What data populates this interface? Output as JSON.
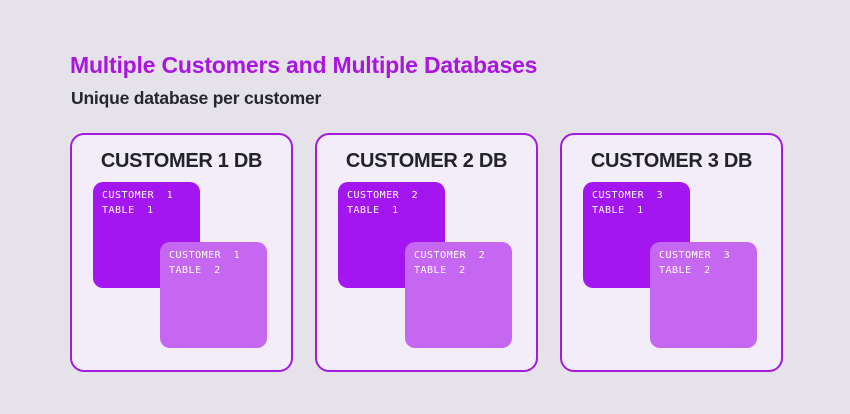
{
  "header": {
    "title": "Multiple Customers and Multiple Databases",
    "subtitle": "Unique database per customer"
  },
  "colors": {
    "page_bg": "#e5e3e9",
    "card_bg": "#f3edf9",
    "card_border": "#a31bdb",
    "title_color": "#a916de",
    "subtitle_color": "#26262e",
    "heading_color": "#22232c",
    "table1_bg": "#a416f0",
    "table2_bg": "#c667f2",
    "table_text": "#ffffff"
  },
  "cards": [
    {
      "heading": "CUSTOMER 1 DB",
      "tables": [
        {
          "line1": "CUSTOMER 1",
          "line2": "TABLE 1"
        },
        {
          "line1": "CUSTOMER 1",
          "line2": "TABLE 2"
        }
      ]
    },
    {
      "heading": "CUSTOMER 2 DB",
      "tables": [
        {
          "line1": "CUSTOMER 2",
          "line2": "TABLE 1"
        },
        {
          "line1": "CUSTOMER 2",
          "line2": "TABLE 2"
        }
      ]
    },
    {
      "heading": "CUSTOMER 3 DB",
      "tables": [
        {
          "line1": "CUSTOMER 3",
          "line2": "TABLE 1"
        },
        {
          "line1": "CUSTOMER 3",
          "line2": "TABLE 2"
        }
      ]
    }
  ]
}
